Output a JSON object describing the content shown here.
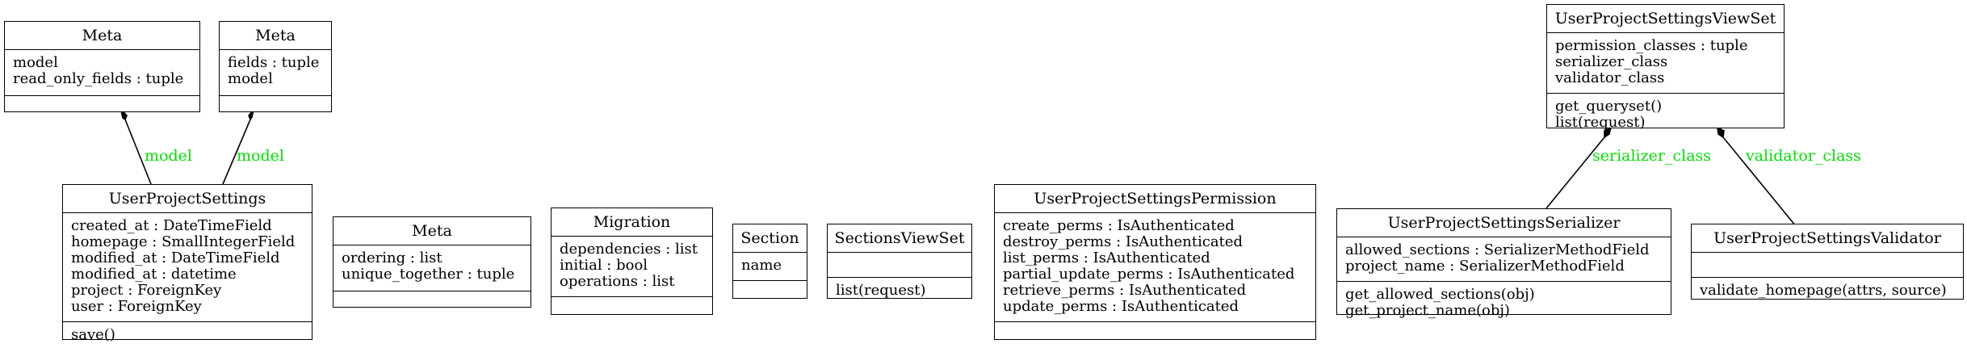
{
  "classes": {
    "meta1": {
      "name": "Meta",
      "attrs": [
        "model",
        "read_only_fields : tuple"
      ],
      "methods": []
    },
    "meta2": {
      "name": "Meta",
      "attrs": [
        "fields : tuple",
        "model"
      ],
      "methods": []
    },
    "user_project_settings": {
      "name": "UserProjectSettings",
      "attrs": [
        "created_at : DateTimeField",
        "homepage : SmallIntegerField",
        "modified_at : DateTimeField",
        "modified_at : datetime",
        "project : ForeignKey",
        "user : ForeignKey"
      ],
      "methods": [
        "save()"
      ]
    },
    "meta3": {
      "name": "Meta",
      "attrs": [
        "ordering : list",
        "unique_together : tuple"
      ],
      "methods": []
    },
    "migration": {
      "name": "Migration",
      "attrs": [
        "dependencies : list",
        "initial : bool",
        "operations : list"
      ],
      "methods": []
    },
    "section": {
      "name": "Section",
      "attrs": [
        "name"
      ],
      "methods": []
    },
    "sections_viewset": {
      "name": "SectionsViewSet",
      "attrs": [],
      "methods": [
        "list(request)"
      ]
    },
    "permission": {
      "name": "UserProjectSettingsPermission",
      "attrs": [
        "create_perms : IsAuthenticated",
        "destroy_perms : IsAuthenticated",
        "list_perms : IsAuthenticated",
        "partial_update_perms : IsAuthenticated",
        "retrieve_perms : IsAuthenticated",
        "update_perms : IsAuthenticated"
      ],
      "methods": []
    },
    "viewset": {
      "name": "UserProjectSettingsViewSet",
      "attrs": [
        "permission_classes : tuple",
        "serializer_class",
        "validator_class"
      ],
      "methods": [
        "get_queryset()",
        "list(request)"
      ]
    },
    "serializer": {
      "name": "UserProjectSettingsSerializer",
      "attrs": [
        "allowed_sections : SerializerMethodField",
        "project_name : SerializerMethodField"
      ],
      "methods": [
        "get_allowed_sections(obj)",
        "get_project_name(obj)"
      ]
    },
    "validator": {
      "name": "UserProjectSettingsValidator",
      "attrs": [],
      "methods": [
        "validate_homepage(attrs, source)"
      ]
    }
  },
  "edges": [
    {
      "from": "user_project_settings",
      "to": "meta1",
      "label": "model"
    },
    {
      "from": "user_project_settings",
      "to": "meta2",
      "label": "model"
    },
    {
      "from": "serializer",
      "to": "viewset",
      "label": "serializer_class"
    },
    {
      "from": "validator",
      "to": "viewset",
      "label": "validator_class"
    }
  ],
  "colors": {
    "edge_label": "#00e000",
    "stroke": "#000000"
  }
}
